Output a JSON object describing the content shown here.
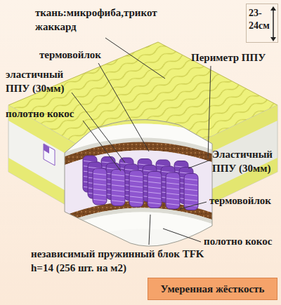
{
  "diagram": {
    "nodes": [
      {
        "text": [
          "23-24см"
        ]
      },
      {
        "text": [
          "Умеренная жёсткость"
        ]
      }
    ],
    "labels": [
      "ткань:микрофиба,трикот жаккард",
      "термовойлок",
      "эластичный ППУ (30мм)",
      "полотно кокос",
      "Периметр ППУ",
      "Эластичный ППУ (30мм)",
      "термовойлок",
      "полотно кокос",
      "независимый пружинный блок TFK h=14 (256 шт. на м2)"
    ]
  }
}
